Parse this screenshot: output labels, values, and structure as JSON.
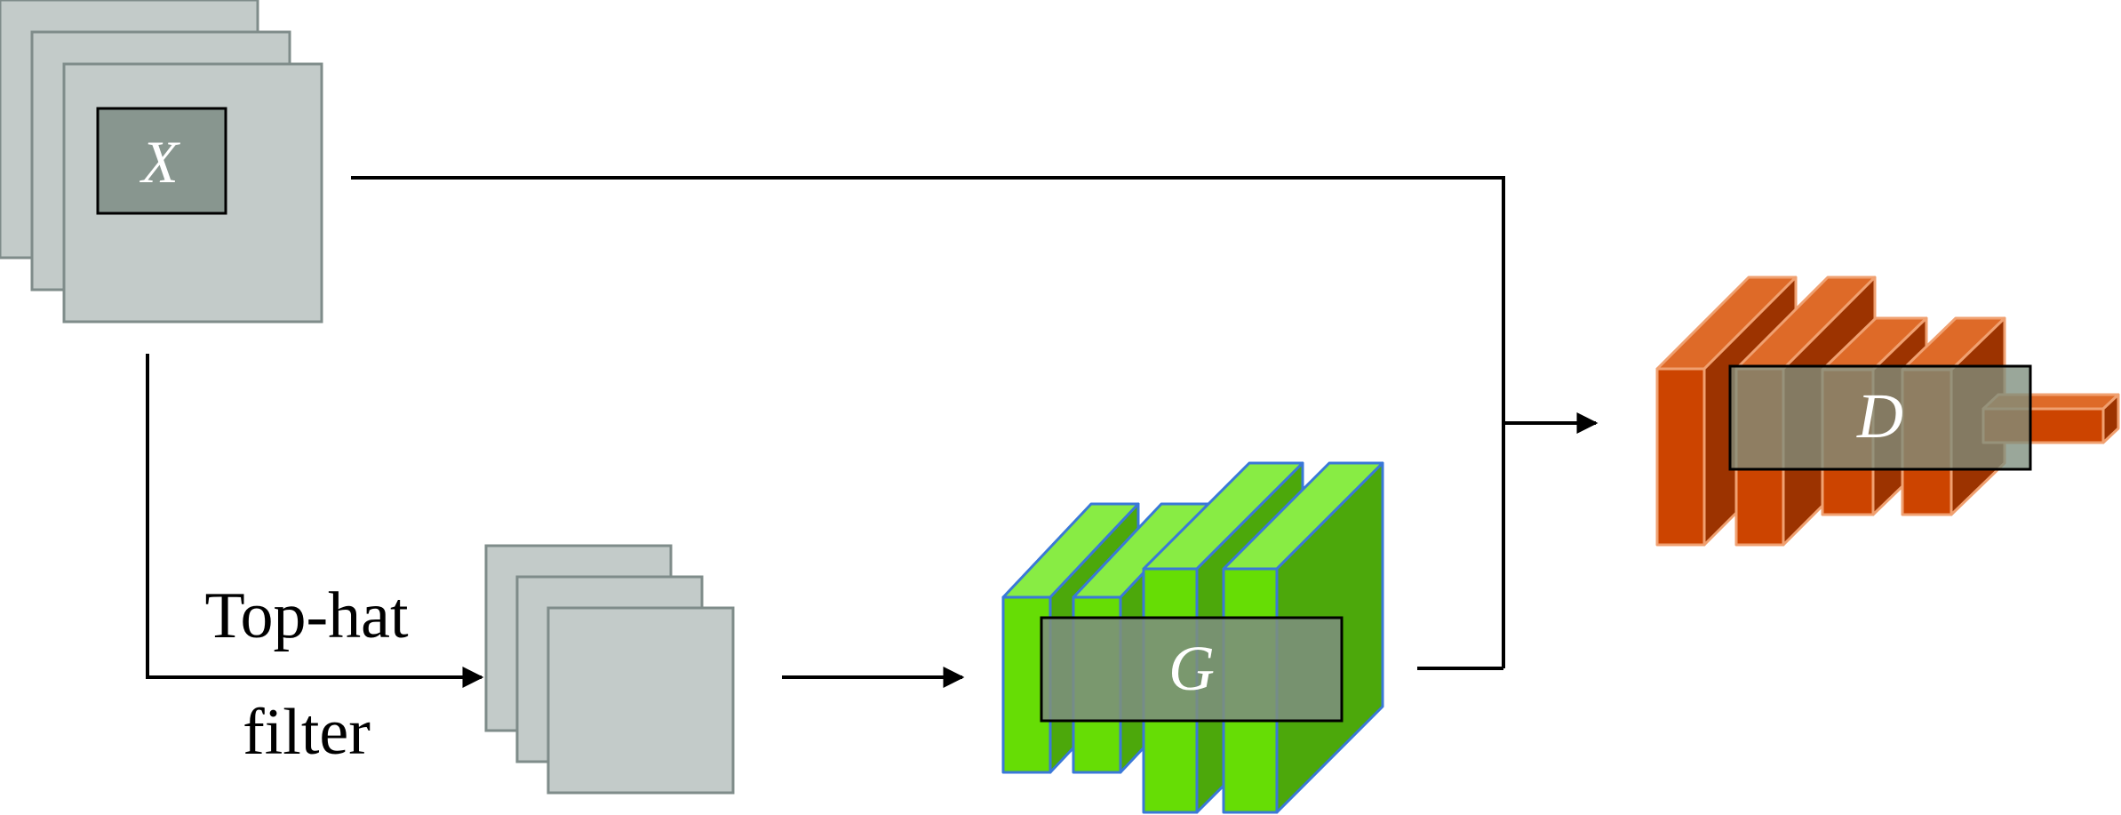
{
  "labels": {
    "input": "X",
    "filter_line1": "Top-hat",
    "filter_line2": "filter",
    "generator": "G",
    "discriminator": "D"
  },
  "colors": {
    "gray_fill": "#c3cbc9",
    "gray_stroke": "#7f8c8a",
    "gray_dark": "#88968f",
    "green_front": "#66dd05",
    "green_top": "#88ec44",
    "green_side": "#4ca80b",
    "green_stroke": "#3a78d8",
    "orange_front": "#cc4400",
    "orange_top": "#de6a28",
    "orange_side": "#9c3300",
    "orange_stroke": "#f0a070",
    "overlay": "#7d8e7d",
    "line": "#000000"
  }
}
